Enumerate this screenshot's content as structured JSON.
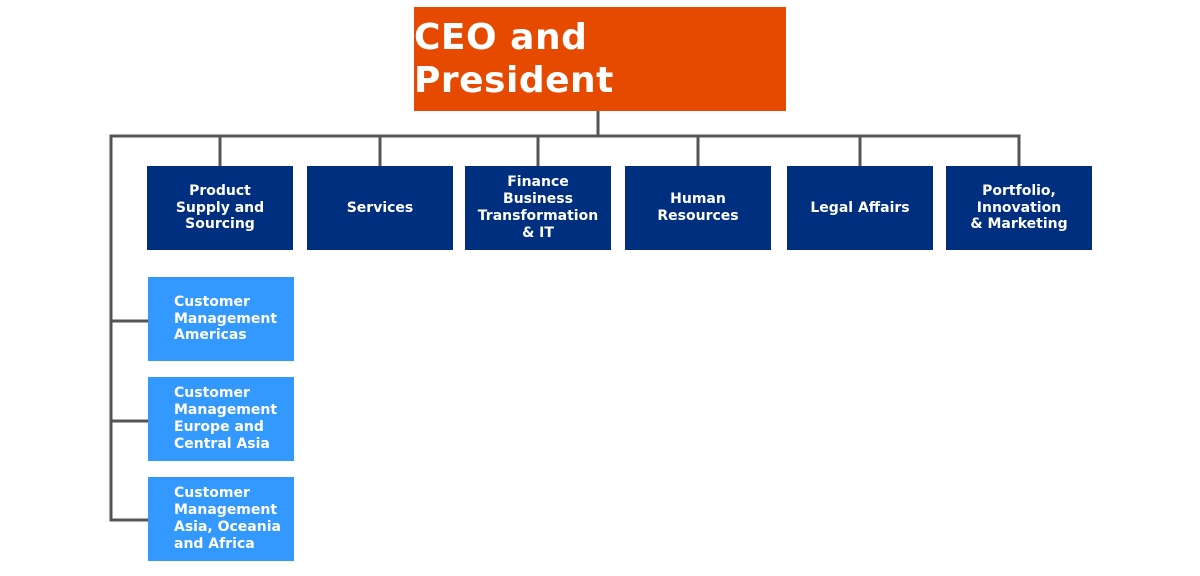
{
  "ceo": {
    "title": "CEO and President"
  },
  "departments": [
    {
      "label": "Product\nSupply and\nSourcing"
    },
    {
      "label": "Services"
    },
    {
      "label": "Finance\nBusiness\nTransformation\n& IT"
    },
    {
      "label": "Human\nResources"
    },
    {
      "label": "Legal Affairs"
    },
    {
      "label": "Portfolio,\nInnovation\n& Marketing"
    }
  ],
  "regions": [
    {
      "label": "Customer\nManagement\nAmericas"
    },
    {
      "label": "Customer\nManagement\nEurope and\nCentral Asia"
    },
    {
      "label": "Customer\nManagement\nAsia, Oceania\nand Africa"
    }
  ],
  "colors": {
    "ceo": "#e64a00",
    "department": "#002f7f",
    "region": "#3399ff",
    "connector": "#555555"
  }
}
